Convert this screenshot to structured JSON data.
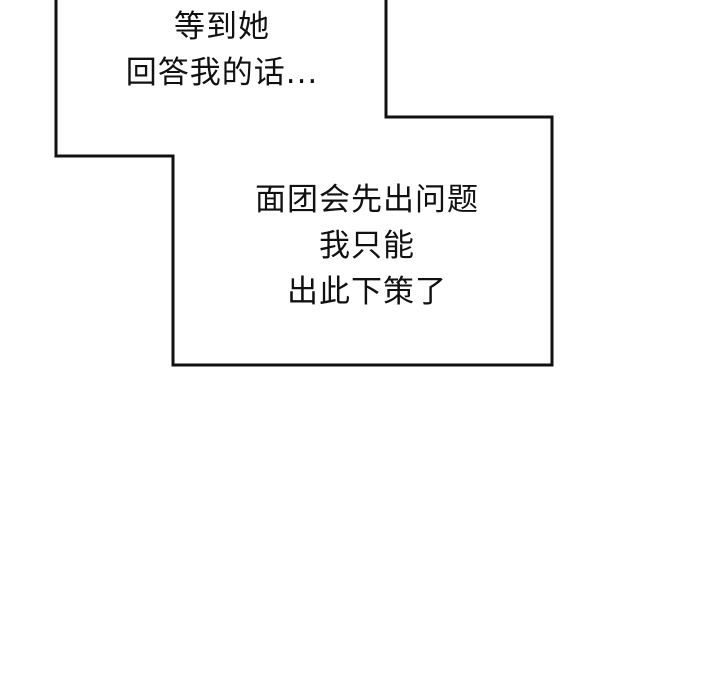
{
  "panel": {
    "background": "#ffffff",
    "border_color": "#111111"
  },
  "bubble_top": {
    "lines": [
      "等到她",
      "回答我的话..."
    ]
  },
  "bubble_bottom": {
    "lines": [
      "面团会先出问题",
      "我只能",
      "出此下策了"
    ]
  }
}
